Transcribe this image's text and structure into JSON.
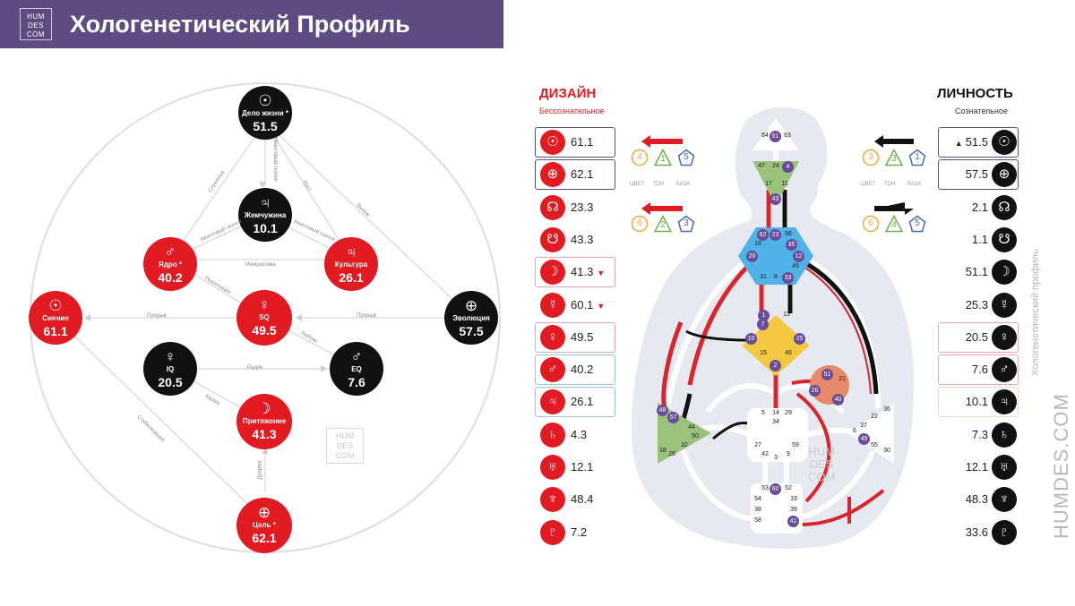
{
  "header": {
    "logo": [
      "HUM",
      "DES",
      "COM"
    ],
    "title": "Хологенетический Профиль"
  },
  "graph": {
    "nodes": {
      "delo": {
        "label": "Дело жизни *",
        "value": "51.5",
        "symbol": "☉",
        "color": "black"
      },
      "zhemchuzhina": {
        "label": "Жемчужина",
        "value": "10.1",
        "symbol": "♃",
        "color": "black"
      },
      "yadro": {
        "label": "Ядро *",
        "value": "40.2",
        "symbol": "♂",
        "color": "red"
      },
      "kultura": {
        "label": "Культура",
        "value": "26.1",
        "symbol": "♃",
        "color": "red"
      },
      "siyanie": {
        "label": "Сияние",
        "value": "61.1",
        "symbol": "☉",
        "color": "red"
      },
      "sq": {
        "label": "SQ",
        "value": "49.5",
        "symbol": "♀",
        "color": "red"
      },
      "evolyutsiya": {
        "label": "Эволюция",
        "value": "57.5",
        "symbol": "⊕",
        "color": "black"
      },
      "iq": {
        "label": "IQ",
        "value": "20.5",
        "symbol": "♀",
        "color": "black"
      },
      "eq": {
        "label": "EQ",
        "value": "7.6",
        "symbol": "♂",
        "color": "black"
      },
      "prityazhenie": {
        "label": "Притяжение",
        "value": "41.3",
        "symbol": "☽",
        "color": "red"
      },
      "tsel": {
        "label": "Цель *",
        "value": "62.1",
        "symbol": "⊕",
        "color": "red"
      }
    },
    "edge_labels": {
      "sluzhenie": "Служение",
      "kvant1": "Квантовый скачок",
      "rost": "Рост",
      "vyzov": "Вызов",
      "kvant2": "Квантовый скачок",
      "kvant3": "Квантовый скачок",
      "initsiativa": "Инициатива",
      "realizatsiya": "Реализация",
      "proryv_left": "Прорыв",
      "proryv_right": "Прорыв",
      "lyubov": "Любовь",
      "razum": "Разум",
      "karma": "Карма",
      "stabilizatsiya": "Стабилизация",
      "kharma": "Дхарма"
    },
    "watermark": [
      "HUM",
      "DES",
      "COM"
    ]
  },
  "design": {
    "title": "ДИЗАЙН",
    "subtitle": "Бессознательное",
    "accent": "#e21b23",
    "rows": [
      {
        "symbol": "☉",
        "value": "61.1",
        "mark": "",
        "border": "#5e4b82"
      },
      {
        "symbol": "⊕",
        "value": "62.1",
        "mark": "",
        "border": "#5e4b82"
      },
      {
        "symbol": "☊",
        "value": "23.3",
        "mark": "",
        "border": ""
      },
      {
        "symbol": "☋",
        "value": "43.3",
        "mark": "",
        "border": ""
      },
      {
        "symbol": "☽",
        "value": "41.3",
        "mark": "▼",
        "border": "#e7a6b8"
      },
      {
        "symbol": "☿",
        "value": "60.1",
        "mark": "▼",
        "border": ""
      },
      {
        "symbol": "♀",
        "value": "49.5",
        "mark": "",
        "border": "#e7a6b8"
      },
      {
        "symbol": "♂",
        "value": "40.2",
        "mark": "",
        "border": "#8fc9d6"
      },
      {
        "symbol": "♃",
        "value": "26.1",
        "mark": "",
        "border": "#8fc9d6"
      },
      {
        "symbol": "♄",
        "value": "4.3",
        "mark": "",
        "border": ""
      },
      {
        "symbol": "♅",
        "value": "12.1",
        "mark": "",
        "border": ""
      },
      {
        "symbol": "♆",
        "value": "48.4",
        "mark": "",
        "border": ""
      },
      {
        "symbol": "♇",
        "value": "7.2",
        "mark": "",
        "border": ""
      }
    ],
    "variables": {
      "top": [
        "4",
        "1",
        "5"
      ],
      "bottom": [
        "6",
        "2",
        "3"
      ],
      "labels": [
        "ЦВЕТ",
        "ТОН",
        "БАЗА"
      ]
    }
  },
  "personality": {
    "title": "ЛИЧНОСТЬ",
    "subtitle": "Сознательное",
    "rows": [
      {
        "symbol": "☉",
        "value": "51.5",
        "mark": "▲",
        "border": "#5e4b82"
      },
      {
        "symbol": "⊕",
        "value": "57.5",
        "mark": "",
        "border": "#5e4b82"
      },
      {
        "symbol": "☊",
        "value": "2.1",
        "mark": "",
        "border": ""
      },
      {
        "symbol": "☋",
        "value": "1.1",
        "mark": "",
        "border": ""
      },
      {
        "symbol": "☽",
        "value": "51.1",
        "mark": "",
        "border": ""
      },
      {
        "symbol": "☿",
        "value": "25.3",
        "mark": "",
        "border": ""
      },
      {
        "symbol": "♀",
        "value": "20.5",
        "mark": "",
        "border": "#e7a6b8"
      },
      {
        "symbol": "♂",
        "value": "7.6",
        "mark": "",
        "border": "#e7a6b8"
      },
      {
        "symbol": "♃",
        "value": "10.1",
        "mark": "",
        "border": "#e8d9c4"
      },
      {
        "symbol": "♄",
        "value": "7.3",
        "mark": "",
        "border": ""
      },
      {
        "symbol": "♅",
        "value": "12.1",
        "mark": "",
        "border": ""
      },
      {
        "symbol": "♆",
        "value": "48.3",
        "mark": "",
        "border": ""
      },
      {
        "symbol": "♇",
        "value": "33.6",
        "mark": "",
        "border": ""
      }
    ],
    "variables": {
      "top": [
        "3",
        "3",
        "1"
      ],
      "bottom": [
        "6",
        "4",
        "5"
      ],
      "labels": [
        "ЦВЕТ",
        "ТОН",
        "БАЗА"
      ]
    }
  },
  "bodygraph": {
    "head": [
      "64",
      "61",
      "63"
    ],
    "ajna": [
      "47",
      "24",
      "4",
      "17",
      "11",
      "43"
    ],
    "throat": [
      "62",
      "23",
      "56",
      "16",
      "35",
      "20",
      "12",
      "45",
      "31",
      "8",
      "33"
    ],
    "g": [
      "1",
      "13",
      "7",
      "10",
      "25",
      "15",
      "46",
      "2"
    ],
    "ego": [
      "51",
      "21",
      "26",
      "40"
    ],
    "spleen": [
      "48",
      "57",
      "44",
      "50",
      "32",
      "28",
      "18"
    ],
    "sacral": [
      "5",
      "14",
      "29",
      "34",
      "27",
      "59",
      "42",
      "3",
      "9"
    ],
    "solar": [
      "36",
      "22",
      "37",
      "6",
      "49",
      "55",
      "30"
    ],
    "root": [
      "53",
      "60",
      "52",
      "54",
      "19",
      "38",
      "39",
      "58",
      "41"
    ],
    "watermark": [
      "HUM",
      "DES",
      "COM"
    ]
  },
  "side": {
    "caption": "Хологенетический профиль",
    "brand": "HUMDES.COM"
  }
}
